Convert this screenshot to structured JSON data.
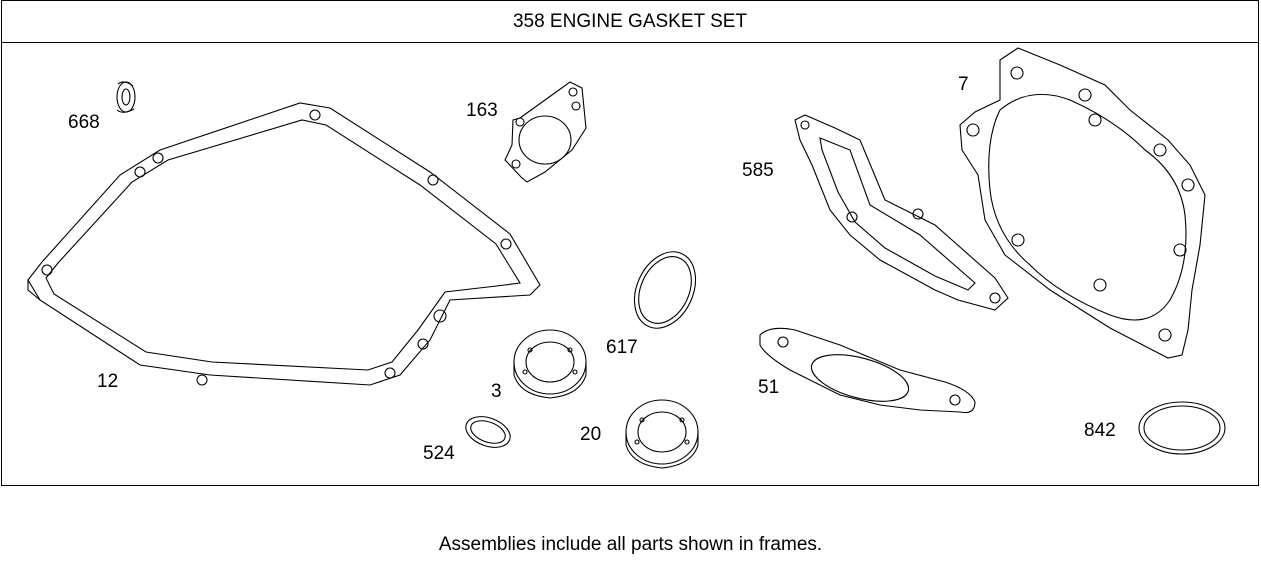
{
  "title": "358 ENGINE GASKET SET",
  "footer_note": "Assemblies include all parts shown in frames.",
  "parts": [
    {
      "id": "668"
    },
    {
      "id": "163"
    },
    {
      "id": "585"
    },
    {
      "id": "7"
    },
    {
      "id": "12"
    },
    {
      "id": "617"
    },
    {
      "id": "3"
    },
    {
      "id": "51"
    },
    {
      "id": "20"
    },
    {
      "id": "524"
    },
    {
      "id": "842"
    }
  ]
}
